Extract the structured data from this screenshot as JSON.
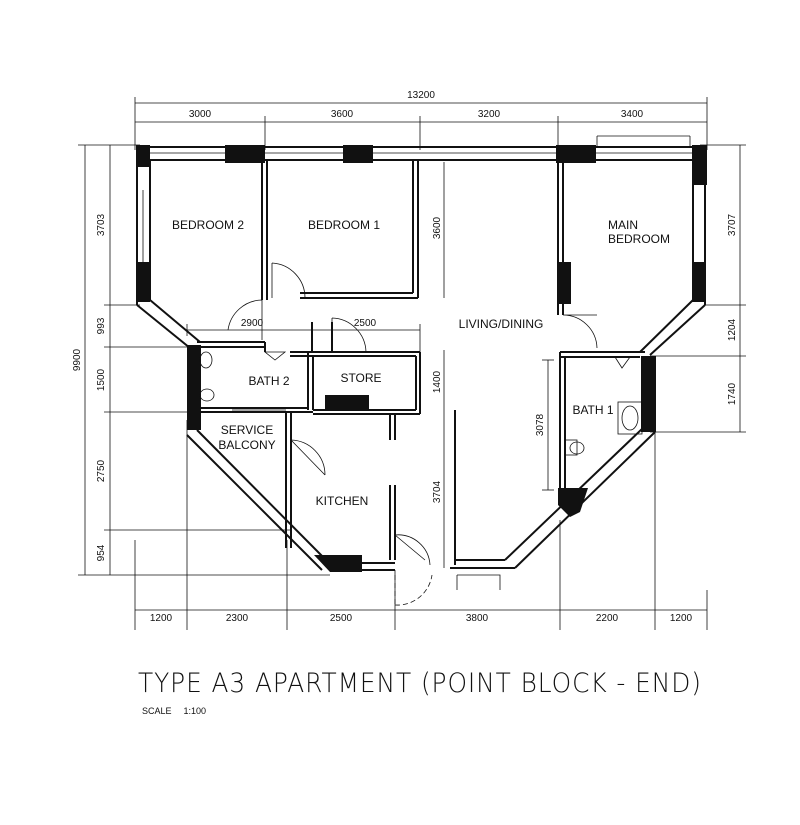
{
  "title": "TYPE A3 APARTMENT (POINT BLOCK - END)",
  "scale": {
    "label": "SCALE",
    "value": "1:100"
  },
  "rooms": {
    "bedroom2": "BEDROOM 2",
    "bedroom1": "BEDROOM 1",
    "main_bedroom_line1": "MAIN",
    "main_bedroom_line2": "BEDROOM",
    "living_dining": "LIVING/DINING",
    "bath2": "BATH 2",
    "store": "STORE",
    "service_balcony_line1": "SERVICE",
    "service_balcony_line2": "BALCONY",
    "kitchen": "KITCHEN",
    "bath1": "BATH 1"
  },
  "dimensions": {
    "overall_width": "13200",
    "top": [
      "3000",
      "3600",
      "3200",
      "3400"
    ],
    "bottom": [
      "1200",
      "2300",
      "2500",
      "3800",
      "2200",
      "1200"
    ],
    "overall_height": "9900",
    "left": [
      "3703",
      "993",
      "1500",
      "2750",
      "954"
    ],
    "right": [
      "3707",
      "1204",
      "1740"
    ],
    "interior": {
      "bedroom_depth": "3600",
      "corridor_west": "2900",
      "corridor_east": "2500",
      "store_depth": "1400",
      "kitchen_depth": "3704",
      "bath1_depth": "3078"
    }
  }
}
